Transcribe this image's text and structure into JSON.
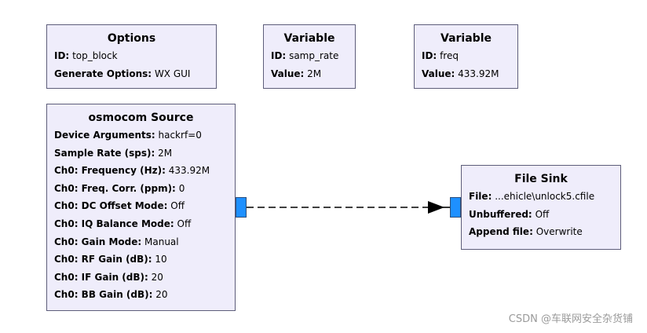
{
  "blocks": {
    "options": {
      "title": "Options",
      "rows": [
        {
          "key": "ID:",
          "value": "top_block"
        },
        {
          "key": "Generate Options:",
          "value": "WX GUI"
        }
      ]
    },
    "var_samp_rate": {
      "title": "Variable",
      "rows": [
        {
          "key": "ID:",
          "value": "samp_rate"
        },
        {
          "key": "Value:",
          "value": "2M"
        }
      ]
    },
    "var_freq": {
      "title": "Variable",
      "rows": [
        {
          "key": "ID:",
          "value": "freq"
        },
        {
          "key": "Value:",
          "value": "433.92M"
        }
      ]
    },
    "osmocom_source": {
      "title": "osmocom Source",
      "rows": [
        {
          "key": "Device Arguments:",
          "value": "hackrf=0"
        },
        {
          "key": "Sample Rate (sps):",
          "value": "2M"
        },
        {
          "key": "Ch0: Frequency (Hz):",
          "value": "433.92M"
        },
        {
          "key": "Ch0: Freq. Corr. (ppm):",
          "value": "0"
        },
        {
          "key": "Ch0: DC Offset Mode:",
          "value": "Off"
        },
        {
          "key": "Ch0: IQ Balance Mode:",
          "value": "Off"
        },
        {
          "key": "Ch0: Gain Mode:",
          "value": "Manual"
        },
        {
          "key": "Ch0: RF Gain (dB):",
          "value": "10"
        },
        {
          "key": "Ch0: IF Gain (dB):",
          "value": "20"
        },
        {
          "key": "Ch0: BB Gain (dB):",
          "value": "20"
        }
      ]
    },
    "file_sink": {
      "title": "File Sink",
      "rows": [
        {
          "key": "File:",
          "value": "...ehicle\\unlock5.cfile"
        },
        {
          "key": "Unbuffered:",
          "value": "Off"
        },
        {
          "key": "Append file:",
          "value": "Overwrite"
        }
      ]
    }
  },
  "colors": {
    "block_fill": "#efedfb",
    "block_border": "#5d5d7a",
    "port_fill": "#1e90ff",
    "edge": "#000000"
  },
  "watermark": "CSDN @车联网安全杂货铺"
}
